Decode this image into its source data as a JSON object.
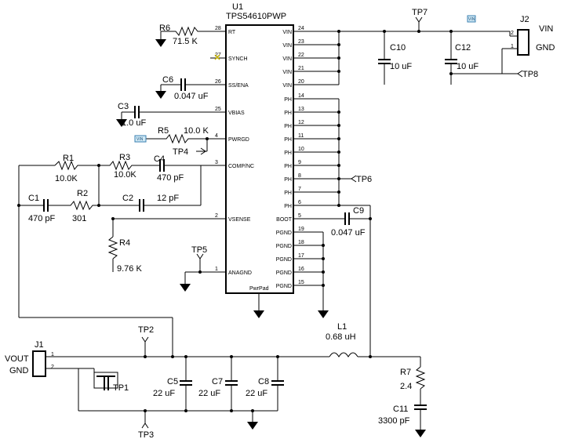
{
  "ic": {
    "ref": "U1",
    "part": "TPS54610PWP",
    "left_pins": [
      {
        "num": "28",
        "name": "RT"
      },
      {
        "num": "27",
        "name": "SYNCH"
      },
      {
        "num": "26",
        "name": "SS/ENA"
      },
      {
        "num": "25",
        "name": "VBIAS"
      },
      {
        "num": "4",
        "name": "PWRGD"
      },
      {
        "num": "3",
        "name": "COMP/NC"
      },
      {
        "num": "2",
        "name": "VSENSE"
      },
      {
        "num": "1",
        "name": "ANAGND"
      }
    ],
    "right_pins": [
      {
        "num": "24",
        "name": "VIN"
      },
      {
        "num": "23",
        "name": "VIN"
      },
      {
        "num": "22",
        "name": "VIN"
      },
      {
        "num": "21",
        "name": "VIN"
      },
      {
        "num": "20",
        "name": "VIN"
      },
      {
        "num": "14",
        "name": "PH"
      },
      {
        "num": "13",
        "name": "PH"
      },
      {
        "num": "12",
        "name": "PH"
      },
      {
        "num": "11",
        "name": "PH"
      },
      {
        "num": "10",
        "name": "PH"
      },
      {
        "num": "9",
        "name": "PH"
      },
      {
        "num": "8",
        "name": "PH"
      },
      {
        "num": "7",
        "name": "PH"
      },
      {
        "num": "6",
        "name": "PH"
      },
      {
        "num": "5",
        "name": "BOOT"
      },
      {
        "num": "19",
        "name": "PGND"
      },
      {
        "num": "18",
        "name": "PGND"
      },
      {
        "num": "17",
        "name": "PGND"
      },
      {
        "num": "16",
        "name": "PGND"
      },
      {
        "num": "15",
        "name": "PGND"
      }
    ],
    "pwrpad": "PwrPad"
  },
  "components": {
    "r6": {
      "ref": "R6",
      "value": "71.5 K"
    },
    "c6": {
      "ref": "C6",
      "value": "0.047 uF"
    },
    "c3": {
      "ref": "C3",
      "value": "1.0 uF"
    },
    "r5": {
      "ref": "R5",
      "value": "10.0 K"
    },
    "r1": {
      "ref": "R1",
      "value": "10.0K"
    },
    "r3": {
      "ref": "R3",
      "value": "10.0K"
    },
    "c4": {
      "ref": "C4",
      "value": "470 pF"
    },
    "c1": {
      "ref": "C1",
      "value": "470 pF"
    },
    "r2": {
      "ref": "R2",
      "value": "301"
    },
    "c2": {
      "ref": "C2",
      "value": "12 pF"
    },
    "r4": {
      "ref": "R4",
      "value": "9.76 K"
    },
    "c10": {
      "ref": "C10",
      "value": "10 uF"
    },
    "c12": {
      "ref": "C12",
      "value": "10 uF"
    },
    "c9": {
      "ref": "C9",
      "value": "0.047 uF"
    },
    "l1": {
      "ref": "L1",
      "value": "0.68 uH"
    },
    "r7": {
      "ref": "R7",
      "value": "2.4"
    },
    "c11": {
      "ref": "C11",
      "value": "3300 pF"
    },
    "c5": {
      "ref": "C5",
      "value": "22 uF"
    },
    "c7": {
      "ref": "C7",
      "value": "22 uF"
    },
    "c8": {
      "ref": "C8",
      "value": "22 uF"
    }
  },
  "test_points": {
    "tp1": "TP1",
    "tp2": "TP2",
    "tp3": "TP3",
    "tp4": "TP4",
    "tp5": "TP5",
    "tp6": "TP6",
    "tp7": "TP7",
    "tp8": "TP8"
  },
  "connectors": {
    "j1": {
      "ref": "J1",
      "pin1": "1",
      "pin2": "2",
      "net1": "VOUT",
      "net2": "GND"
    },
    "j2": {
      "ref": "J2",
      "pin1": "1",
      "pin2": "2",
      "net1": "VIN",
      "net2": "GND"
    }
  },
  "net_flags": {
    "vin": "VIN"
  }
}
